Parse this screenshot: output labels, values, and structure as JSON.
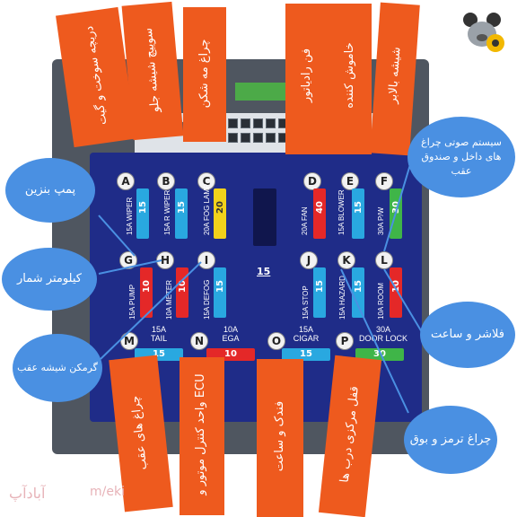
{
  "watermark": "آبادآپ",
  "watermark2": "m/eki",
  "center_number": "15",
  "top_tags": [
    "دریچه سوخت و گیت",
    "سوییچ شیشه جلو",
    "چراغ مه شکن",
    "فن رادیاتور",
    "خاموش کننده",
    "شیشه بالابر"
  ],
  "bottom_tags": [
    "چراغ های عقب",
    "واحد کنترل موتور و ECU",
    "فندک و ساعت",
    "قفل مرکزی درب ها"
  ],
  "bubbles": {
    "fuel_pump": "پمپ بنزین",
    "speedometer": "کیلومتر شمار",
    "rear_defog": "گرمکن شیشه عقب",
    "lights_trunk": "سیستم صوتی چراغ های داخل و صندوق عقب",
    "hazard_clock": "فلاشر و ساعت",
    "brake_horn": "چراغ ترمز و بوق"
  },
  "letters": [
    "A",
    "B",
    "C",
    "D",
    "E",
    "F",
    "G",
    "H",
    "I",
    "J",
    "K",
    "L",
    "M",
    "N",
    "O",
    "P"
  ],
  "fuses_row1": [
    {
      "letter": "A",
      "amp": "15A",
      "name": "WIPER",
      "value": "15",
      "color": "#29a8e0"
    },
    {
      "letter": "B",
      "amp": "15A",
      "name": "R WIPER",
      "value": "15",
      "color": "#29a8e0"
    },
    {
      "letter": "C",
      "amp": "20A",
      "name": "FOG LAMP",
      "value": "20",
      "color": "#f2d21b"
    },
    {
      "letter": "D",
      "amp": "20A",
      "name": "FAN",
      "value": "40",
      "color": "#e42828"
    },
    {
      "letter": "E",
      "amp": "15A",
      "name": "BLOWER",
      "value": "15",
      "color": "#29a8e0"
    },
    {
      "letter": "F",
      "amp": "30A",
      "name": "P/W",
      "value": "30",
      "color": "#3fb548"
    }
  ],
  "fuses_row2": [
    {
      "letter": "G",
      "amp": "15A",
      "name": "PUMP",
      "value": "10",
      "color": "#e42828"
    },
    {
      "letter": "H",
      "amp": "10A",
      "name": "METER",
      "value": "10",
      "color": "#e42828"
    },
    {
      "letter": "I",
      "amp": "15A",
      "name": "DEFOG",
      "value": "15",
      "color": "#29a8e0"
    },
    {
      "letter": "J",
      "amp": "15A",
      "name": "STOP",
      "value": "15",
      "color": "#29a8e0"
    },
    {
      "letter": "K",
      "amp": "15A",
      "name": "HAZARD",
      "value": "15",
      "color": "#29a8e0"
    },
    {
      "letter": "L",
      "amp": "10A",
      "name": "ROOM",
      "value": "10",
      "color": "#e42828"
    }
  ],
  "fuses_row3": [
    {
      "letter": "M",
      "amp": "15A",
      "name": "TAIL",
      "value": "15",
      "color": "#29a8e0"
    },
    {
      "letter": "N",
      "amp": "10A",
      "name": "EGA",
      "value": "10",
      "color": "#e42828"
    },
    {
      "letter": "O",
      "amp": "15A",
      "name": "CIGAR",
      "value": "15",
      "color": "#29a8e0"
    },
    {
      "letter": "P",
      "amp": "30A",
      "name": "DOOR LOCK",
      "value": "30",
      "color": "#3fb548"
    }
  ]
}
